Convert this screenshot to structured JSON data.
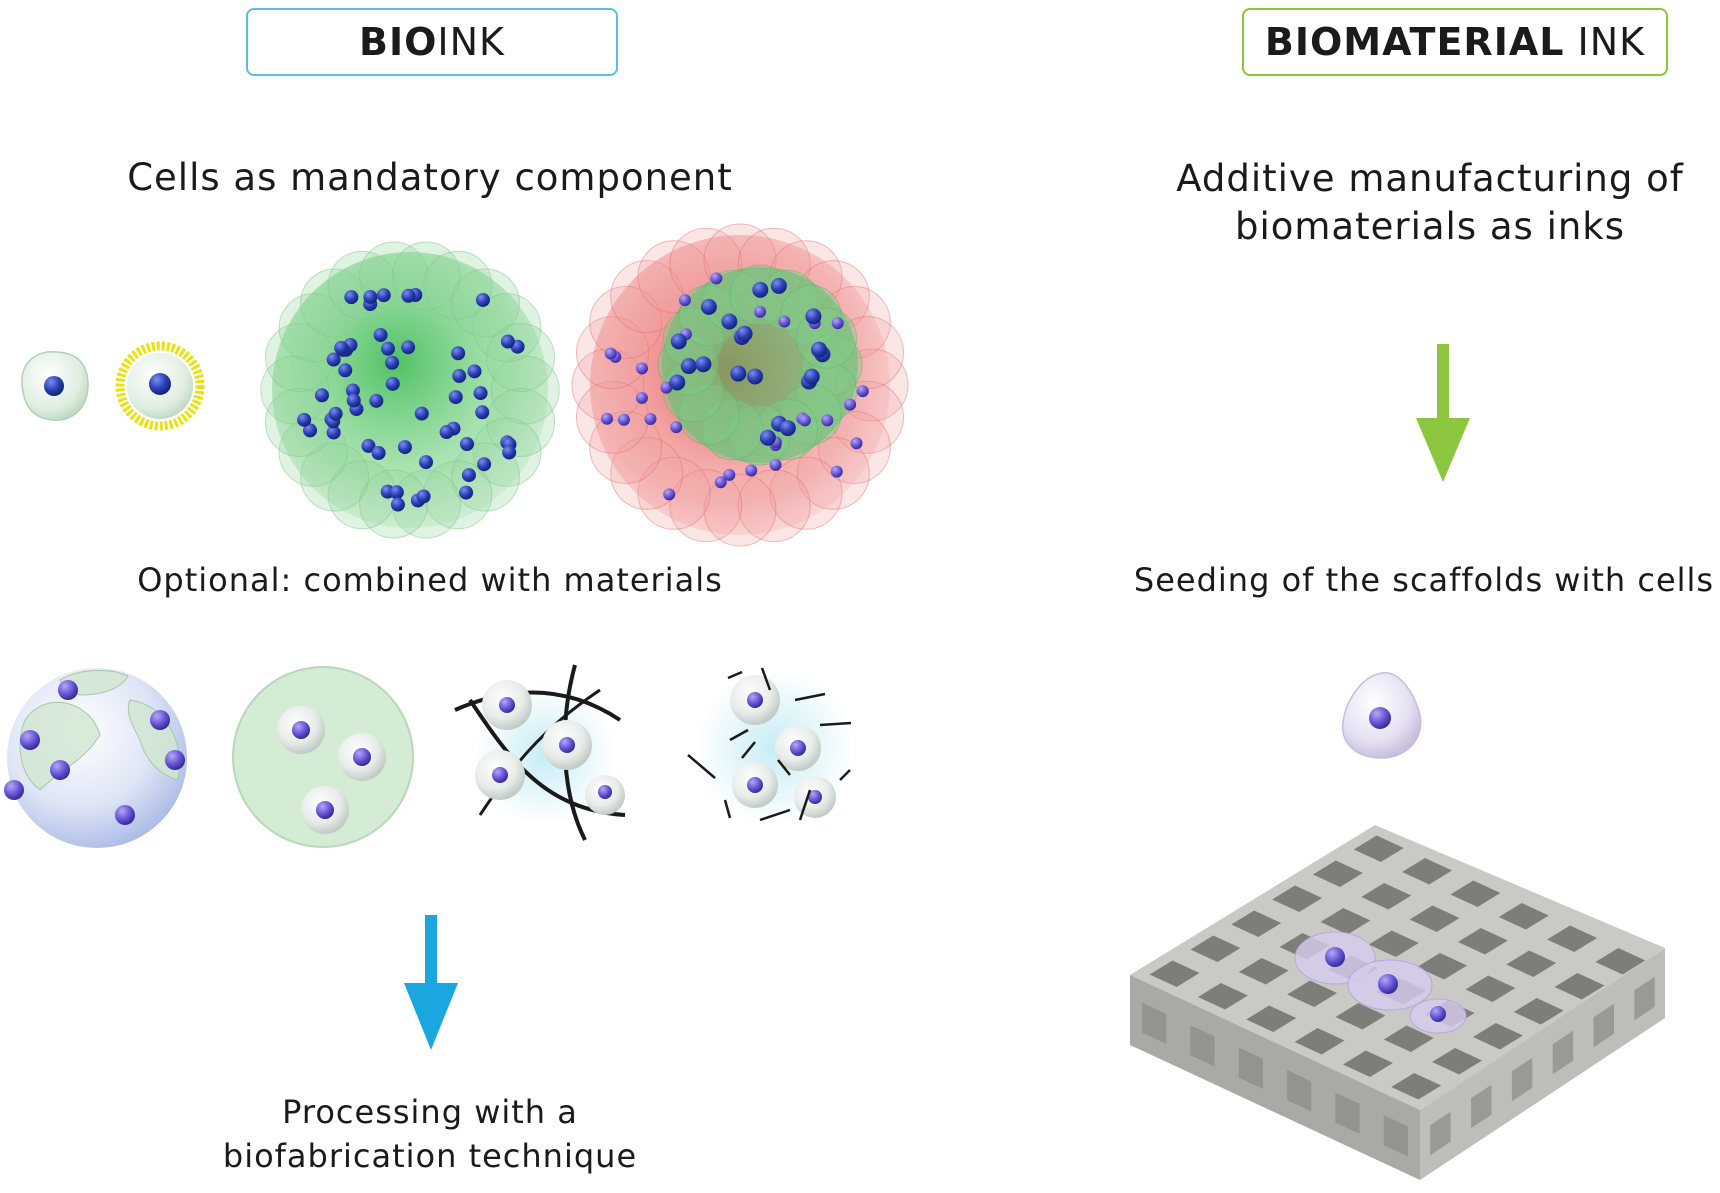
{
  "left": {
    "header_bold": "BIO",
    "header_rest": "INK",
    "header_border": "#5bbfe0",
    "title": "Cells as mandatory component",
    "optional": "Optional: combined with materials",
    "processing_line1": "Processing with a",
    "processing_line2": "biofabrication technique",
    "arrow_color": "#1aa7e0"
  },
  "right": {
    "header_bold": "BIOMATERIAL",
    "header_rest": " INK",
    "header_border": "#8cc63f",
    "title_line1": "Additive manufacturing of",
    "title_line2": "biomaterials as inks",
    "seeding": "Seeding of the scaffolds with cells",
    "arrow_color": "#8cc63f"
  }
}
